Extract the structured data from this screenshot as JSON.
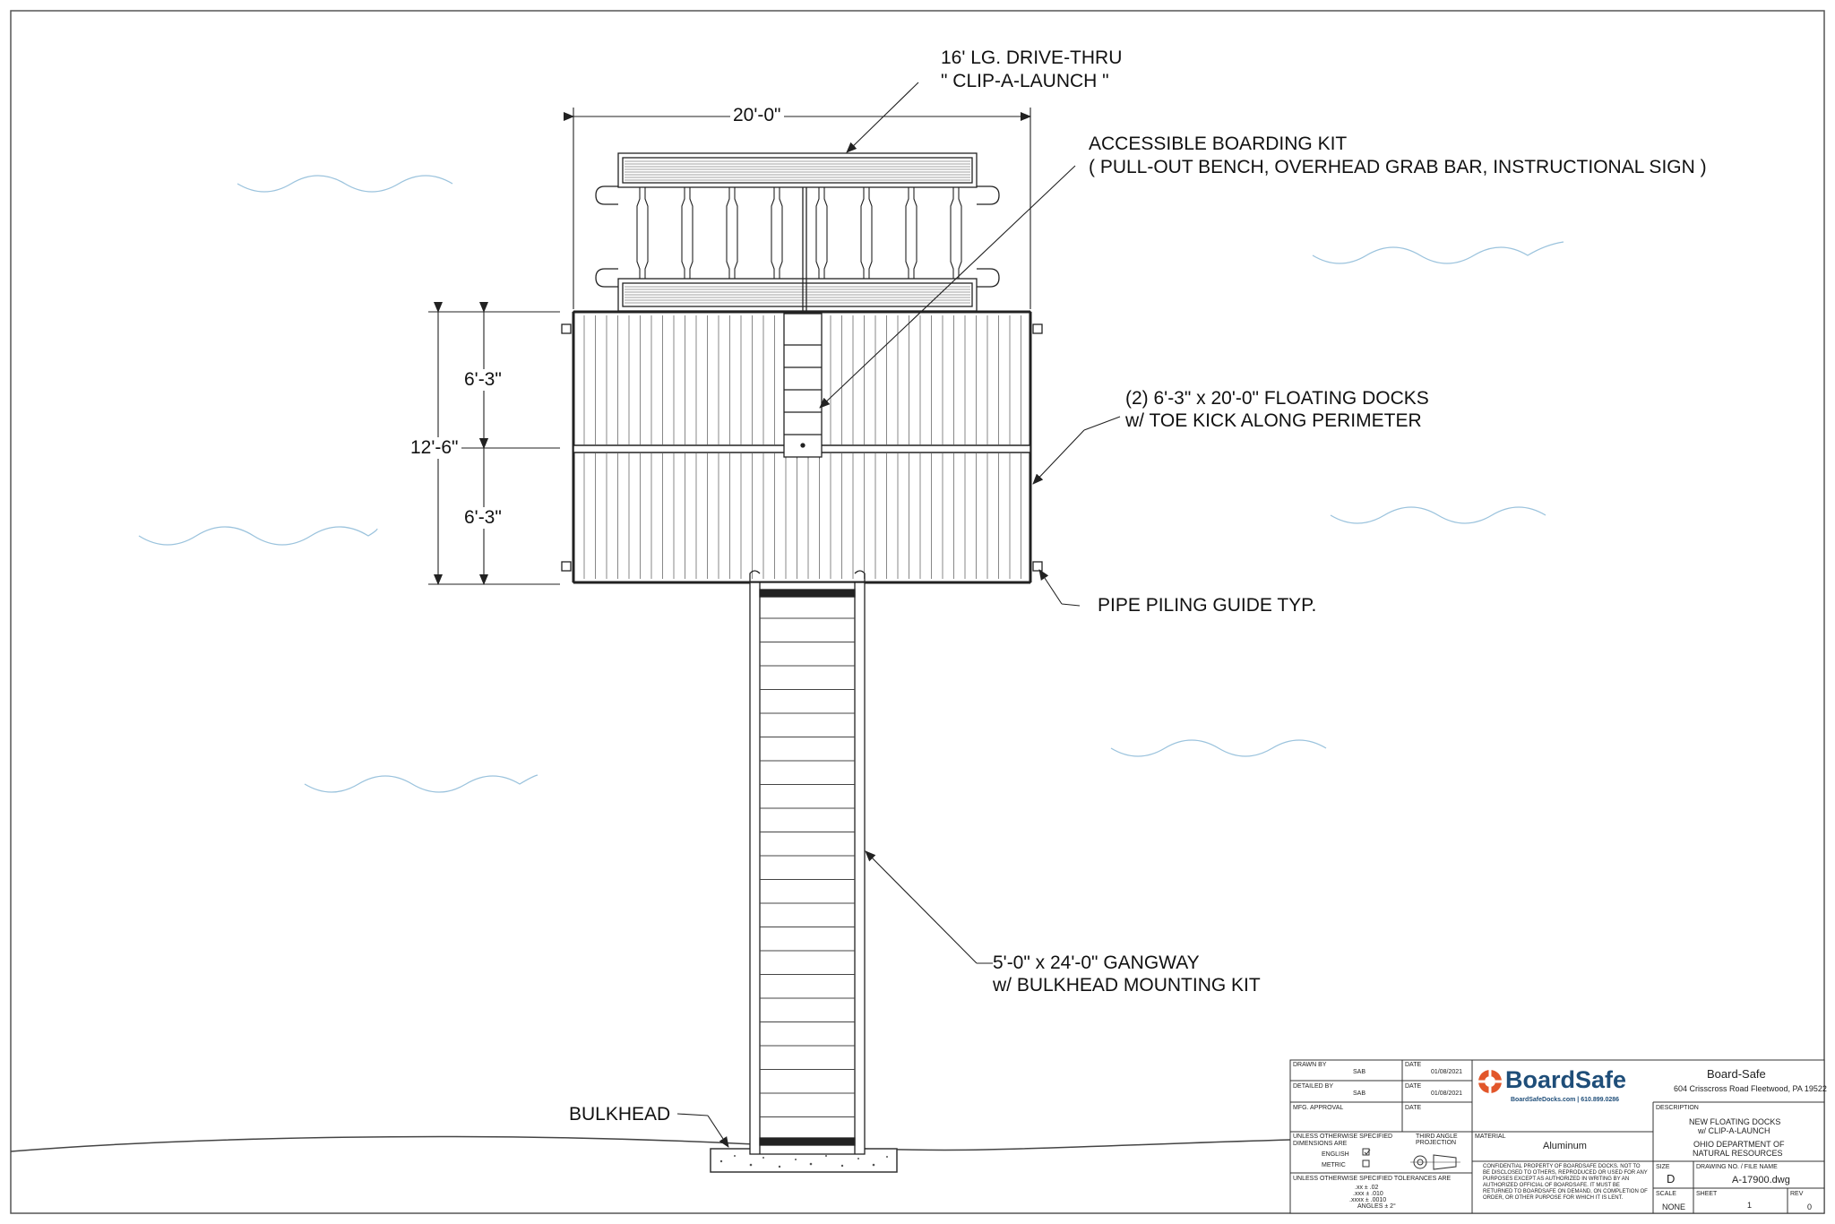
{
  "callouts": {
    "clip_launch_1": "16' LG. DRIVE-THRU",
    "clip_launch_2": "\" CLIP-A-LAUNCH \"",
    "boarding_1": "ACCESSIBLE BOARDING KIT",
    "boarding_2": "( PULL-OUT BENCH, OVERHEAD GRAB BAR, INSTRUCTIONAL SIGN )",
    "docks_1": "(2) 6'-3\" x 20'-0\" FLOATING DOCKS",
    "docks_2": "w/ TOE KICK ALONG PERIMETER",
    "piling": "PIPE PILING GUIDE TYP.",
    "gangway_1": "5'-0\" x 24'-0\" GANGWAY",
    "gangway_2": "w/ BULKHEAD MOUNTING KIT",
    "bulkhead": "BULKHEAD"
  },
  "dimensions": {
    "width": "20'-0\"",
    "total_depth": "12'-6\"",
    "dock_depth_top": "6'-3\"",
    "dock_depth_bottom": "6'-3\""
  },
  "title_block": {
    "drawn_by_label": "DRAWN BY",
    "drawn_by": "SAB",
    "drawn_date_label": "DATE",
    "drawn_date": "01/08/2021",
    "detailed_by_label": "DETAILED BY",
    "detailed_by": "SAB",
    "detailed_date_label": "DATE",
    "detailed_date": "01/08/2021",
    "mfg_label": "MFG. APPROVAL",
    "mfg_date_label": "DATE",
    "dims_note_1": "UNLESS OTHERWISE SPECIFIED",
    "dims_note_2": "DIMENSIONS ARE",
    "english": "ENGLISH",
    "metric": "METRIC",
    "projection_1": "THIRD ANGLE",
    "projection_2": "PROJECTION",
    "tol_note": "UNLESS OTHERWISE SPECIFIED TOLERANCES ARE",
    "tol_1": ".xx ± .02",
    "tol_2": ".xxx ± .010",
    "tol_3": ".xxxx ± .0010",
    "tol_4": "ANGLES ± 2°",
    "logo": "BoardSafe",
    "logo_sub": "BoardSafeDocks.com  |  610.899.0286",
    "company": "Board-Safe",
    "address": "604 Crisscross Road  Fleetwood, PA 19522",
    "description_label": "DESCRIPTION",
    "description_1": "NEW FLOATING DOCKS",
    "description_2": "w/ CLIP-A-LAUNCH",
    "description_3": "OHIO DEPARTMENT OF",
    "description_4": "NATURAL RESOURCES",
    "material_label": "MATERIAL",
    "material": "Aluminum",
    "confidential": "CONFIDENTIAL PROPERTY OF BOARDSAFE DOCKS. NOT TO BE DISCLOSED TO OTHERS, REPRODUCED OR USED FOR ANY PURPOSES EXCEPT AS AUTHORIZED IN WRITING BY AN AUTHORIZED OFFICIAL OF BOARDSAFE. IT MUST BE RETURNED TO BOARDSAFE ON DEMAND, ON COMPLETION OF ORDER, OR OTHER PURPOSE FOR WHICH IT IS LENT.",
    "size_label": "SIZE",
    "size": "D",
    "drawing_no_label": "DRAWING NO. / FILE NAME",
    "drawing_no": "A-17900.dwg",
    "scale_label": "SCALE",
    "scale": "NONE",
    "sheet_label": "SHEET",
    "sheet": "1",
    "rev_label": "REV",
    "rev": "0"
  },
  "colors": {
    "line": "#222222",
    "water": "#9bc3dd",
    "logo": "#e2562a",
    "logo_text": "#1f4e79"
  }
}
